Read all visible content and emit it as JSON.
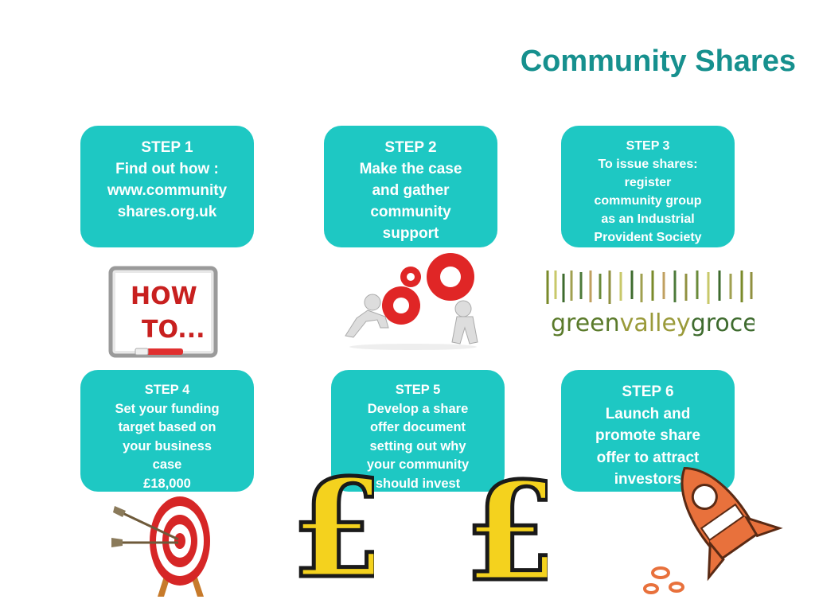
{
  "title": "Community Shares",
  "steps": [
    {
      "label": "STEP 1",
      "body": "Find out how :\nwww.community\nshares.org.uk"
    },
    {
      "label": "STEP 2",
      "body": "Make the case\nand gather\ncommunity\nsupport"
    },
    {
      "label": "STEP 3",
      "body": "To issue shares:\nregister\ncommunity group\nas an Industrial\nProvident Society"
    },
    {
      "label": "STEP 4",
      "body": "Set your funding\ntarget  based on\nyour business\ncase\n£18,000"
    },
    {
      "label": "STEP 5",
      "body": "Develop a share\noffer document\nsetting out why\nyour community\nshould invest"
    },
    {
      "label": "STEP 6",
      "body": "Launch and\npromote share\noffer to  attract\ninvestors"
    }
  ],
  "images": {
    "howto": {
      "icon": "how-to-whiteboard-icon",
      "line1": "HOW",
      "line2": "TO..."
    },
    "gears": {
      "icon": "people-pushing-gears-icon"
    },
    "logo": {
      "icon": "green-valley-grocer-logo",
      "part1": "green",
      "part2": "valley",
      "part3": "grocer"
    },
    "target": {
      "icon": "target-with-arrows-icon"
    },
    "pound": {
      "icon": "pound-sign-icon",
      "glyph": "£"
    },
    "rocket": {
      "icon": "rocket-icon"
    }
  },
  "colors": {
    "title": "#16908e",
    "box": "#1ec8c3",
    "gear": "#e02626",
    "pound": "#f4d21e",
    "rocket": "#e8713c"
  }
}
